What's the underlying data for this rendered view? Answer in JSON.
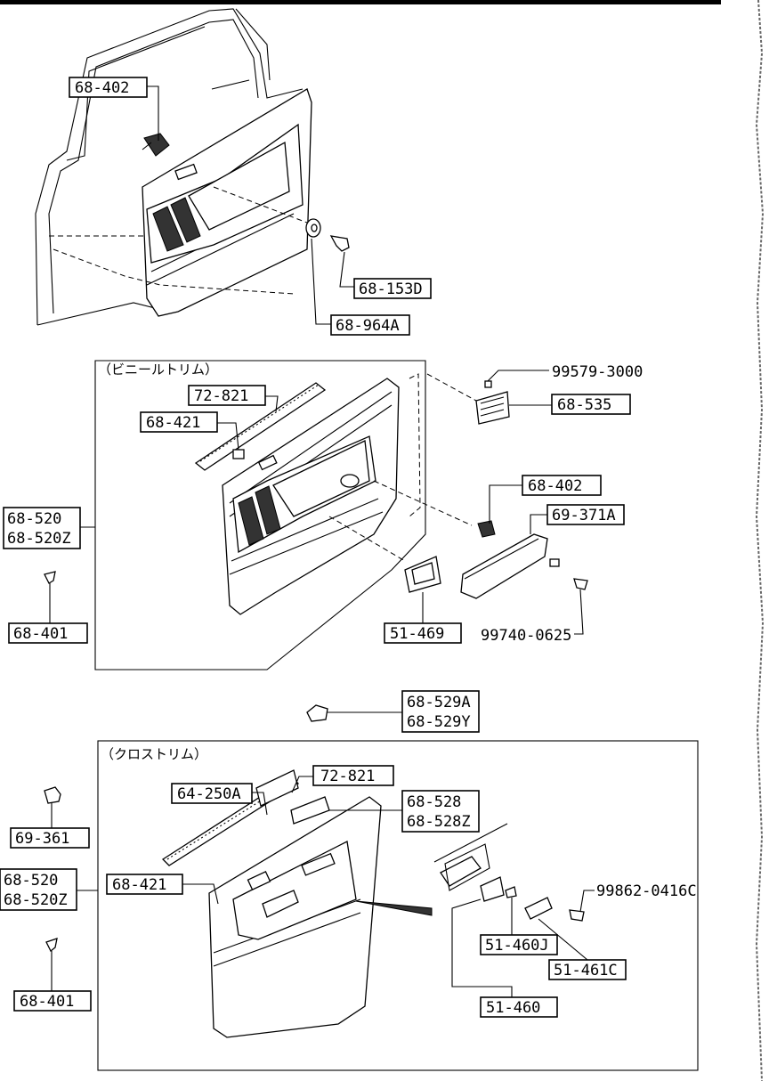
{
  "sections": {
    "vinyl_trim_label": "（ビニールトリム）",
    "cloth_trim_label": "（クロストリム）"
  },
  "labels": {
    "p68_402_top": "68-402",
    "p68_153D": "68-153D",
    "p68_964A": "68-964A",
    "p99579_3000": "99579-3000",
    "p72_821_a": "72-821",
    "p68_421_a": "68-421",
    "p68_535": "68-535",
    "p68_402_mid": "68-402",
    "p69_371A": "69-371A",
    "p68_520_a": "68-520",
    "p68_520Z_a": "68-520Z",
    "p68_401_a": "68-401",
    "p51_469": "51-469",
    "p99740_0625": "99740-0625",
    "p68_529A": "68-529A",
    "p68_529Y": "68-529Y",
    "p72_821_b": "72-821",
    "p64_250A": "64-250A",
    "p68_528": "68-528",
    "p68_528Z": "68-528Z",
    "p69_361": "69-361",
    "p68_520_b": "68-520",
    "p68_520Z_b": "68-520Z",
    "p68_421_b": "68-421",
    "p99862_0416C": "99862-0416C",
    "p51_460J": "51-460J",
    "p51_461C": "51-461C",
    "p68_401_b": "68-401",
    "p51_460": "51-460"
  }
}
